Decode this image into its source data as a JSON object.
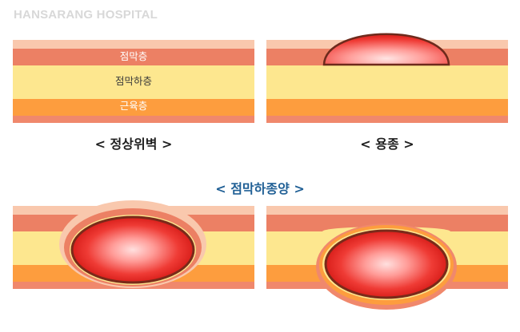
{
  "watermark": "HANSARANG HOSPITAL",
  "normal": {
    "caption": "< 정상위벽 >",
    "layers": {
      "mucosa": "점막층",
      "submucosa": "점막하층",
      "muscle": "근육층"
    }
  },
  "polyp": {
    "caption": "< 용종 >"
  },
  "submucosal_tumor": {
    "caption": "< 점막하종양 >"
  },
  "colors": {
    "mucosa_top": "#f9c8ad",
    "mucosa": "#ec8064",
    "submucosa": "#fde78f",
    "muscle": "#fd9d3e",
    "muscle_bottom": "#f0886c",
    "lesion_center": "#ffd9d9",
    "lesion_edge": "#e41f1f",
    "lesion_outline": "#7a2a1a",
    "section_title": "#1f5f95"
  }
}
